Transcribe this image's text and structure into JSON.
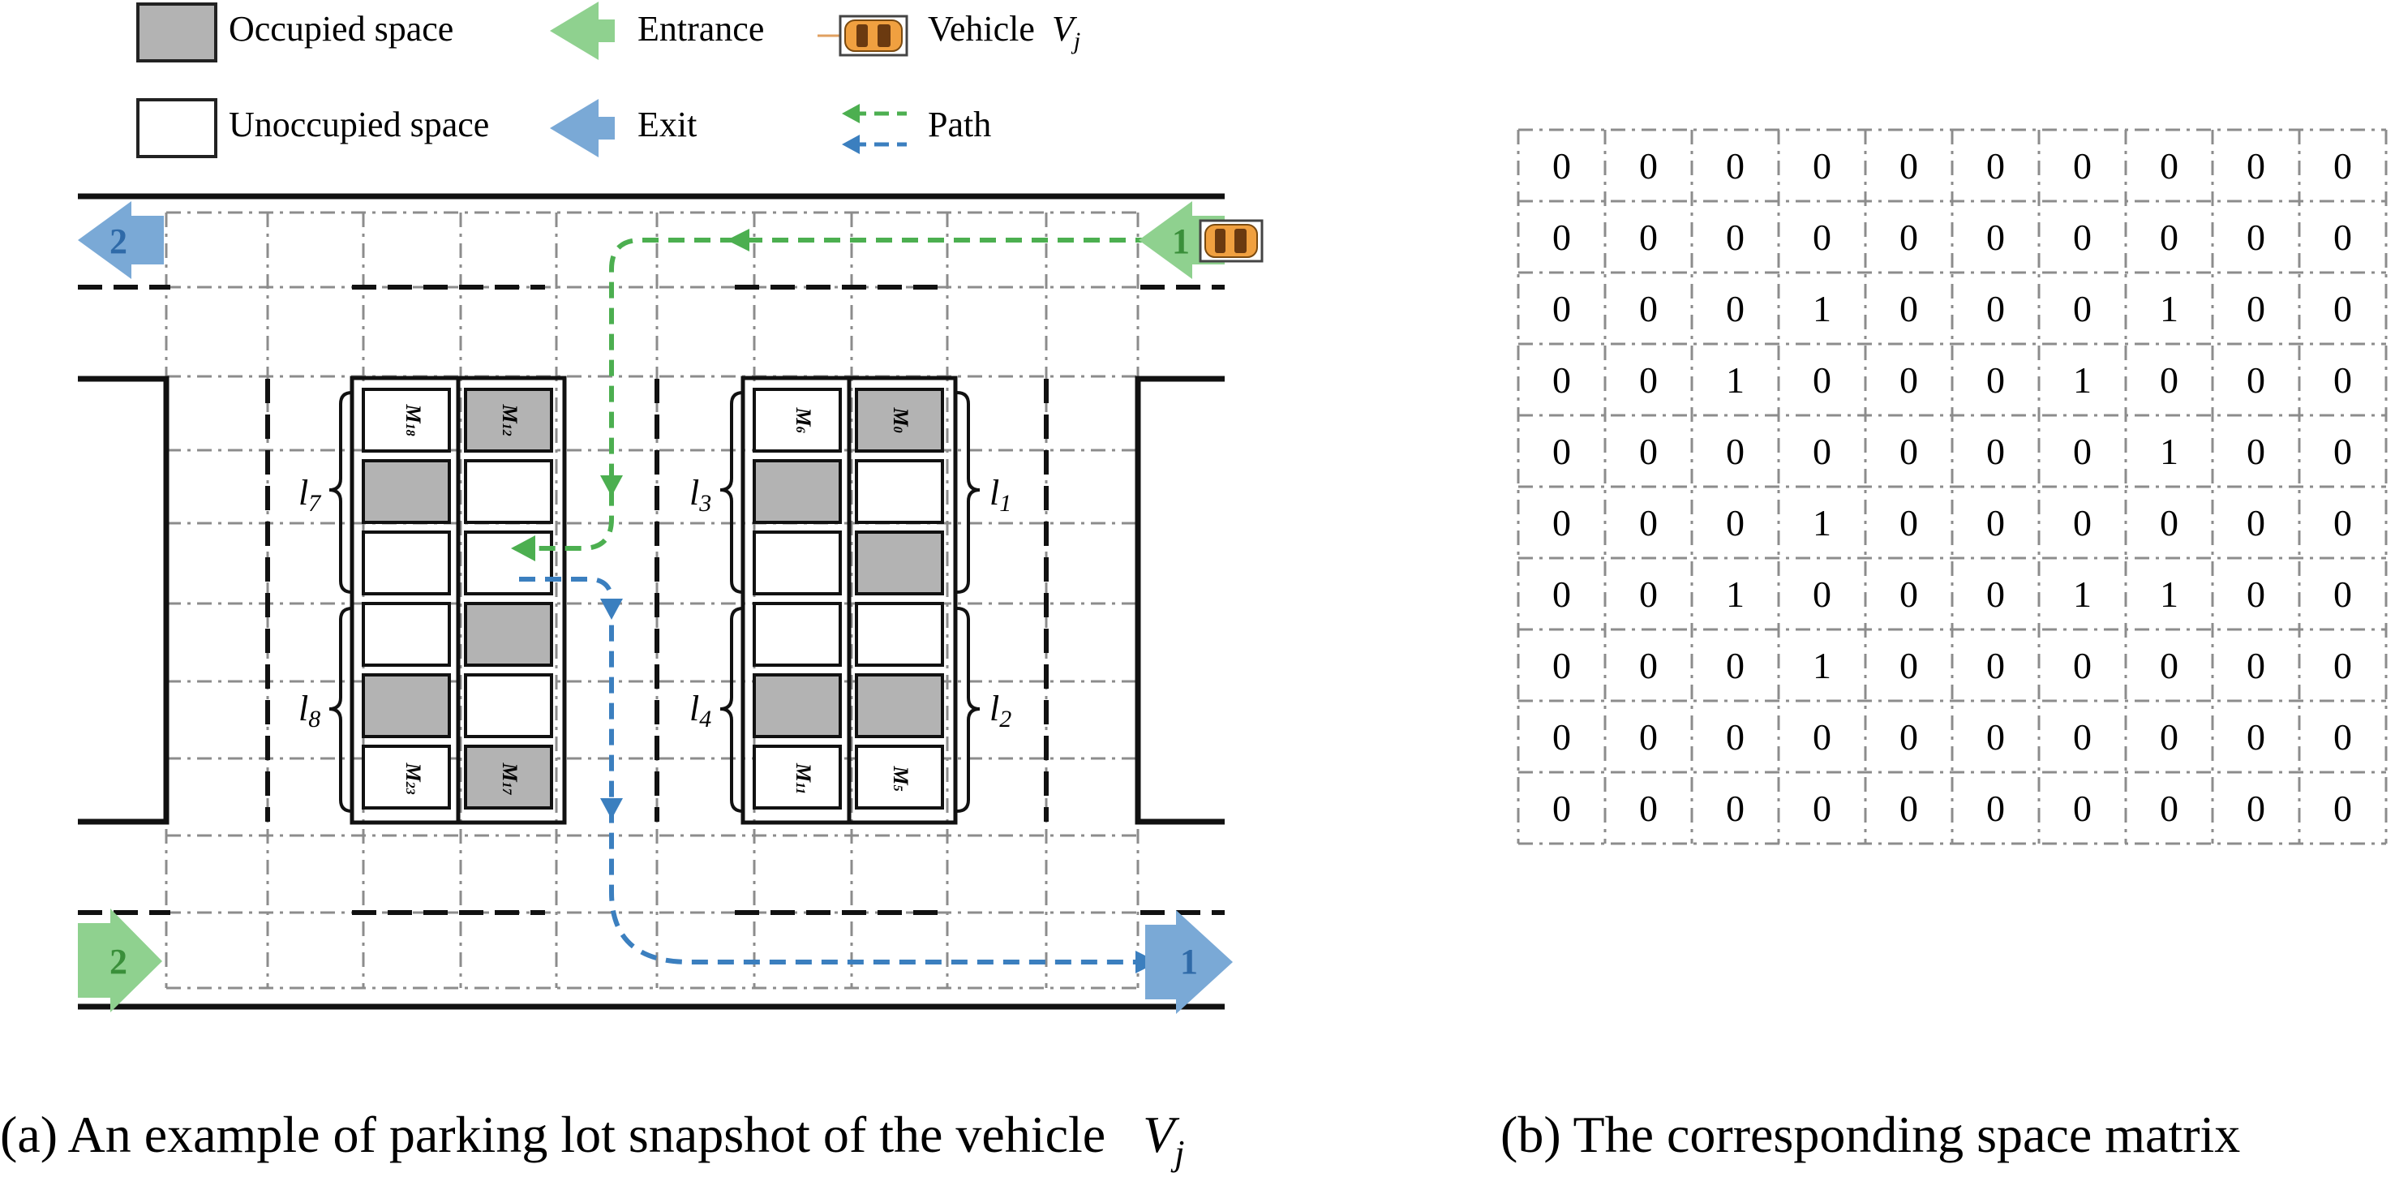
{
  "legend": {
    "occupied": "Occupied space",
    "unoccupied": "Unoccupied space",
    "entrance": "Entrance",
    "exit": "Exit",
    "vehicle": "Vehicle",
    "vehicle_symbol": "V",
    "vehicle_sub": "j",
    "path": "Path"
  },
  "gates": {
    "top_left": "2",
    "top_right": "1",
    "bottom_left": "2",
    "bottom_right": "1"
  },
  "lanes": {
    "l7": {
      "main": "l",
      "sub": "7"
    },
    "l8": {
      "main": "l",
      "sub": "8"
    },
    "l3": {
      "main": "l",
      "sub": "3"
    },
    "l4": {
      "main": "l",
      "sub": "4"
    },
    "l1": {
      "main": "l",
      "sub": "1"
    },
    "l2": {
      "main": "l",
      "sub": "2"
    }
  },
  "slot_labels": {
    "m18": {
      "main": "M",
      "sub": "18"
    },
    "m12": {
      "main": "M",
      "sub": "12"
    },
    "m23": {
      "main": "M",
      "sub": "23"
    },
    "m17": {
      "main": "M",
      "sub": "17"
    },
    "m6": {
      "main": "M",
      "sub": "6"
    },
    "m0": {
      "main": "M",
      "sub": "0"
    },
    "m11": {
      "main": "M",
      "sub": "11"
    },
    "m5": {
      "main": "M",
      "sub": "5"
    }
  },
  "blocks": {
    "left": {
      "col_a": [
        0,
        1,
        0,
        0,
        1,
        0
      ],
      "col_b": [
        1,
        0,
        0,
        1,
        0,
        1
      ]
    },
    "right": {
      "col_a": [
        0,
        1,
        0,
        0,
        1,
        0
      ],
      "col_b": [
        1,
        0,
        1,
        0,
        1,
        0
      ]
    }
  },
  "matrix": [
    [
      0,
      0,
      0,
      0,
      0,
      0,
      0,
      0,
      0,
      0
    ],
    [
      0,
      0,
      0,
      0,
      0,
      0,
      0,
      0,
      0,
      0
    ],
    [
      0,
      0,
      0,
      1,
      0,
      0,
      0,
      1,
      0,
      0
    ],
    [
      0,
      0,
      1,
      0,
      0,
      0,
      1,
      0,
      0,
      0
    ],
    [
      0,
      0,
      0,
      0,
      0,
      0,
      0,
      1,
      0,
      0
    ],
    [
      0,
      0,
      0,
      1,
      0,
      0,
      0,
      0,
      0,
      0
    ],
    [
      0,
      0,
      1,
      0,
      0,
      0,
      1,
      1,
      0,
      0
    ],
    [
      0,
      0,
      0,
      1,
      0,
      0,
      0,
      0,
      0,
      0
    ],
    [
      0,
      0,
      0,
      0,
      0,
      0,
      0,
      0,
      0,
      0
    ],
    [
      0,
      0,
      0,
      0,
      0,
      0,
      0,
      0,
      0,
      0
    ]
  ],
  "captions": {
    "a_text": "(a) An example of parking lot snapshot of the vehicle",
    "a_symbol": "V",
    "a_sub": "j",
    "b_text": "(b) The corresponding space matrix"
  },
  "colors": {
    "occupied": "#b3b3b3",
    "entrance": "#8fd18f",
    "exit": "#7aa9d6",
    "entrance_path": "#4caf50",
    "exit_path": "#3b7fbf",
    "grid": "#8c8c8c",
    "car": "#f0a040"
  }
}
